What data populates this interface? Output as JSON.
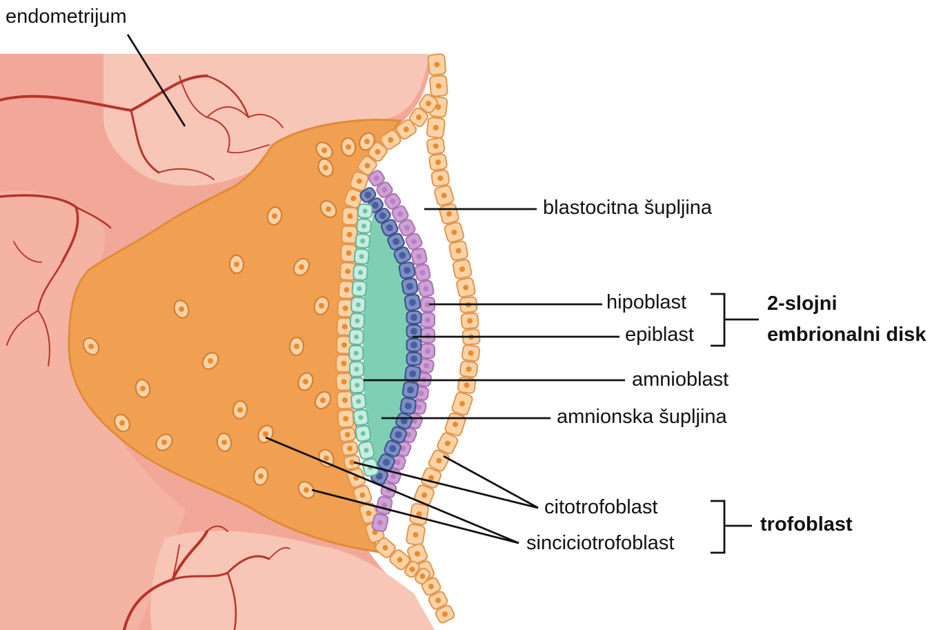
{
  "labels": {
    "endometrium": "endometrijum",
    "blastocyst_cavity": "blastocitna šupljina",
    "hypoblast": "hipoblast",
    "epiblast": "epiblast",
    "amnioblast": "amnioblast",
    "amniotic_cavity": "amnionska šupljina",
    "cytotrophoblast": "citotrofoblast",
    "syncytiotrophoblast": "sinciciotrofoblast"
  },
  "groups": {
    "disc_line1": "2-slojni",
    "disc_line2": "embrionalni disk",
    "trophoblast": "trofoblast"
  },
  "colors": {
    "endometrium_dark": "#f2a898",
    "endometrium_light": "#f8c6b6",
    "vessel": "#b8322a",
    "syncytio": "#f0a050",
    "cell_fill": "#f9d3a6",
    "cell_stroke": "#e3954b",
    "nucleus": "#ec8a2f",
    "hypoblast": "#cfa2d6",
    "epiblast": "#4a5e9c",
    "amnioblast": "#c8ecdf",
    "amniotic_cavity": "#7fcfb5"
  }
}
